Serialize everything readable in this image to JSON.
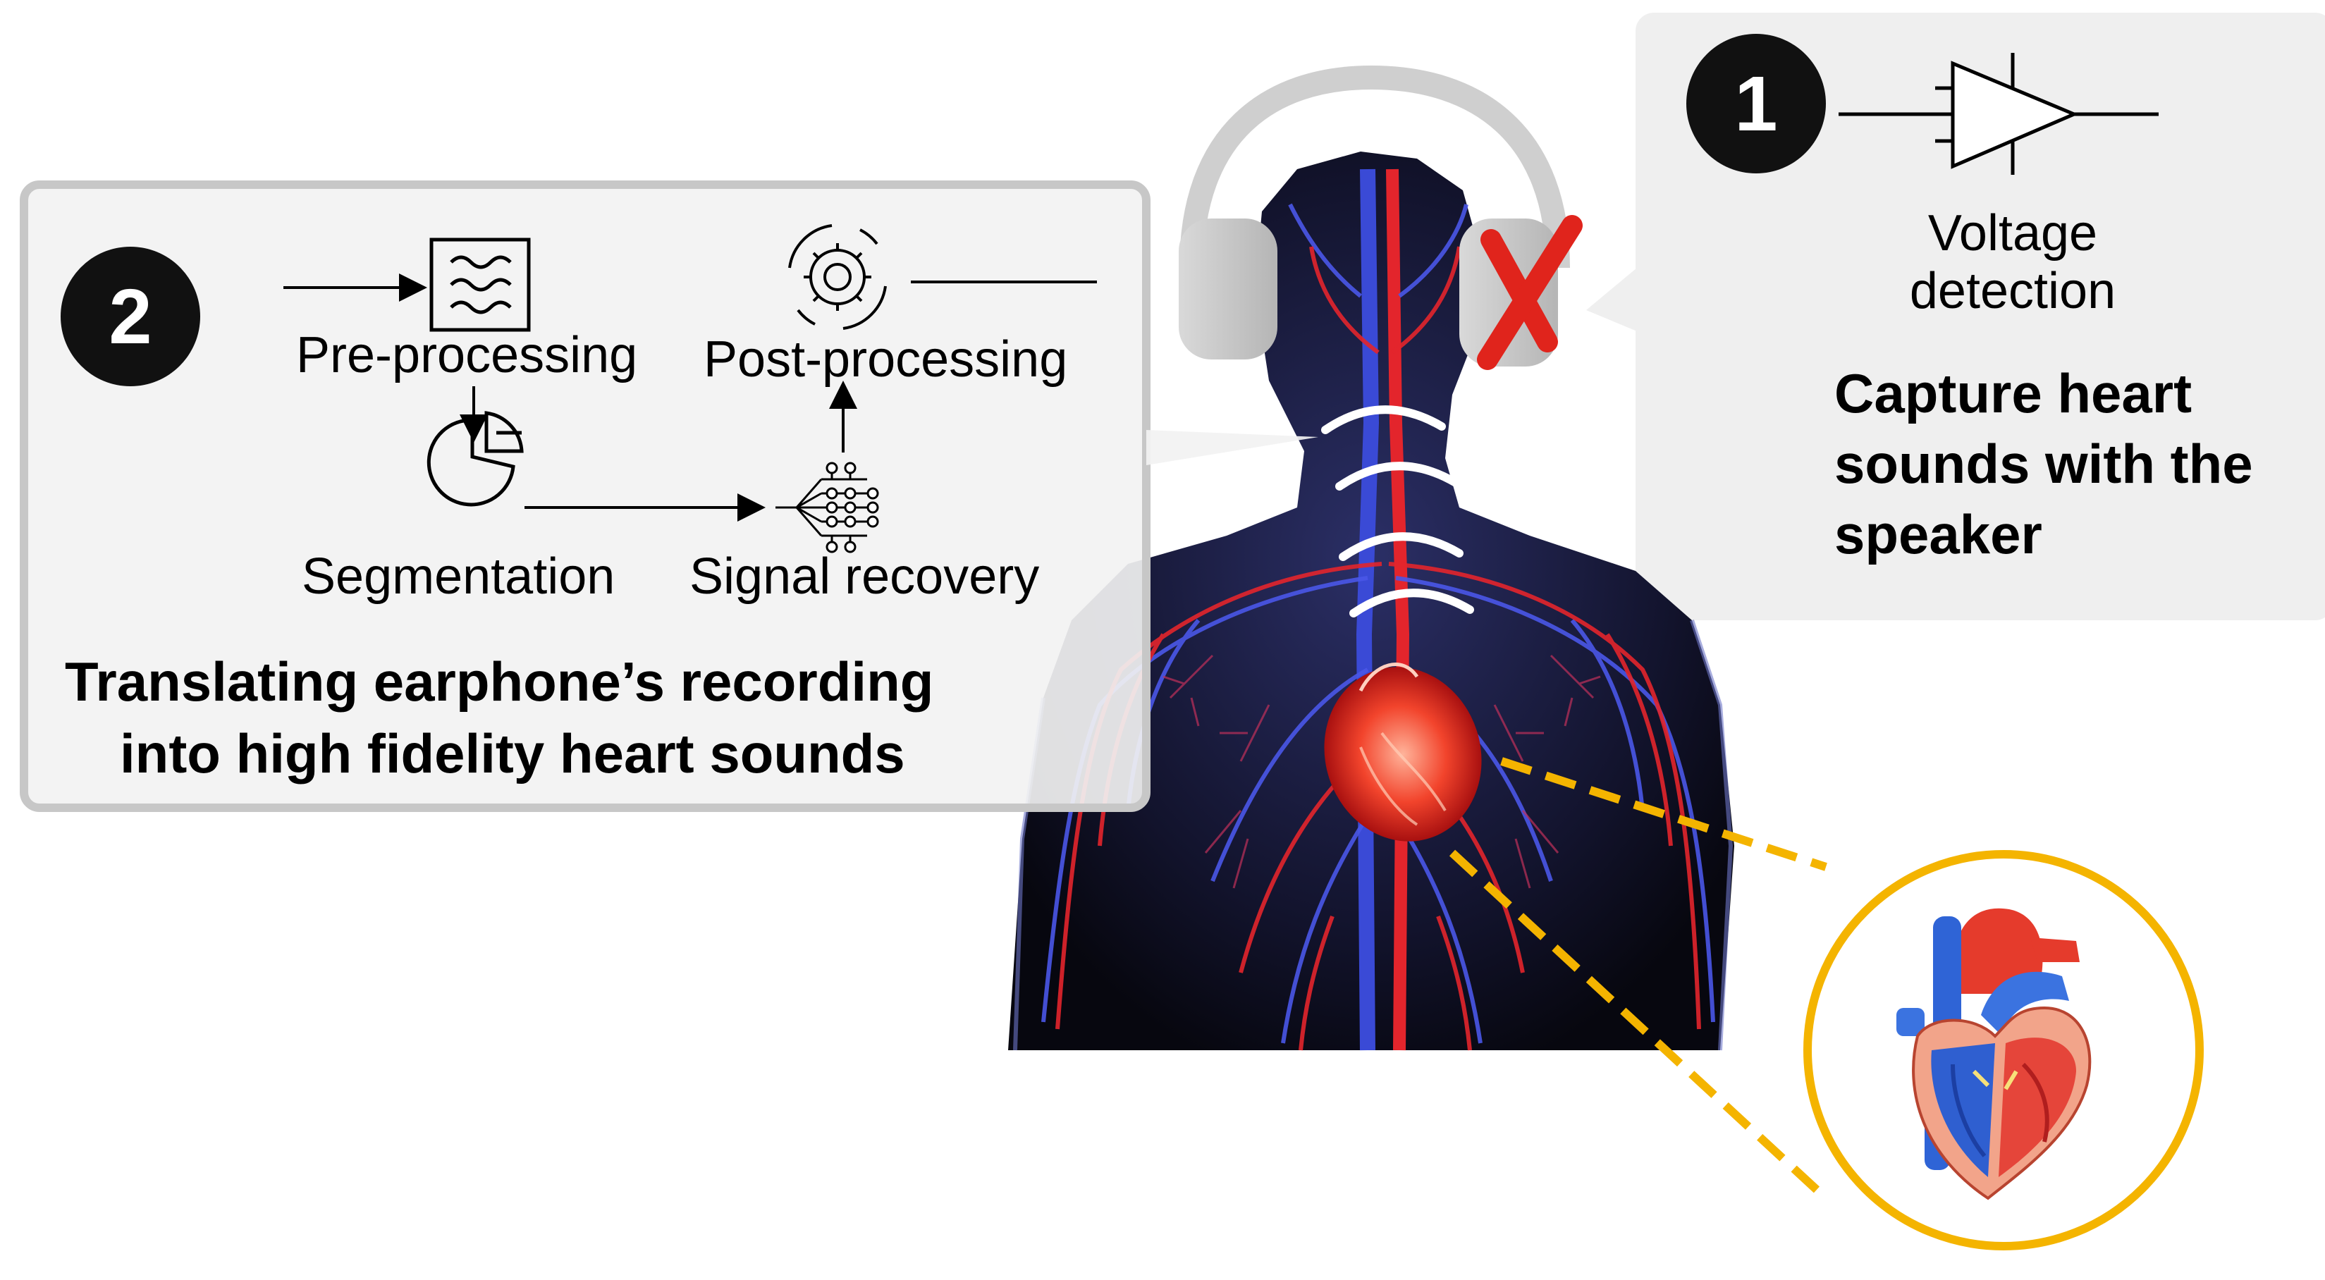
{
  "panel_capture": {
    "badge_number": "1",
    "component_label": "Voltage\ndetection",
    "caption": "Capture heart sounds with the speaker"
  },
  "panel_translate": {
    "badge_number": "2",
    "steps": {
      "preprocessing": "Pre-processing",
      "postprocessing": "Post-processing",
      "segmentation": "Segmentation",
      "signal_recovery": "Signal recovery"
    },
    "caption_line1": "Translating earphone’s recording",
    "caption_line2": "into high fidelity heart sounds"
  },
  "colors": {
    "panel_fill": "#f2f2f2",
    "panel_border": "#c7c7c7",
    "badge": "#111111",
    "veins": "#3a4ad6",
    "arteries": "#e3252c",
    "zoom_ring": "#f4b400",
    "cross": "#e0241c"
  },
  "icons": [
    "headphones-icon",
    "cross-mark-icon",
    "amplifier-icon",
    "filter-icon",
    "gear-cycle-icon",
    "pie-chart-icon",
    "neural-network-icon",
    "sound-wave-icon",
    "heart-anatomy-icon"
  ]
}
